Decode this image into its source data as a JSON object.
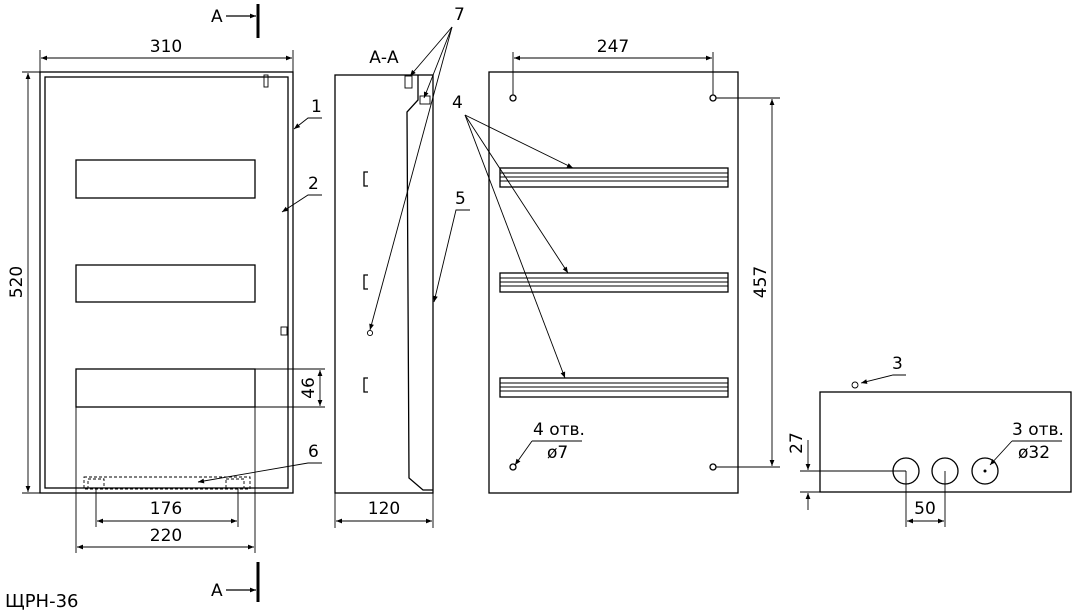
{
  "section": {
    "letter": "А",
    "view_label": "А-А"
  },
  "dimensions": {
    "front_width": "310",
    "front_height": "520",
    "window_height": "46",
    "rail_inner": "176",
    "rail_outer": "220",
    "side_depth": "120",
    "back_hole_spacing_x": "247",
    "back_hole_spacing_y": "457",
    "bottom_hole_height": "27",
    "bottom_hole_spacing": "50"
  },
  "callouts": [
    "1",
    "2",
    "3",
    "4",
    "5",
    "6",
    "7"
  ],
  "hole_notes": {
    "back_count": "4 отв.",
    "back_diameter": "ø7",
    "bottom_count": "3 отв.",
    "bottom_diameter": "ø32"
  },
  "model": "ЩРН-36"
}
